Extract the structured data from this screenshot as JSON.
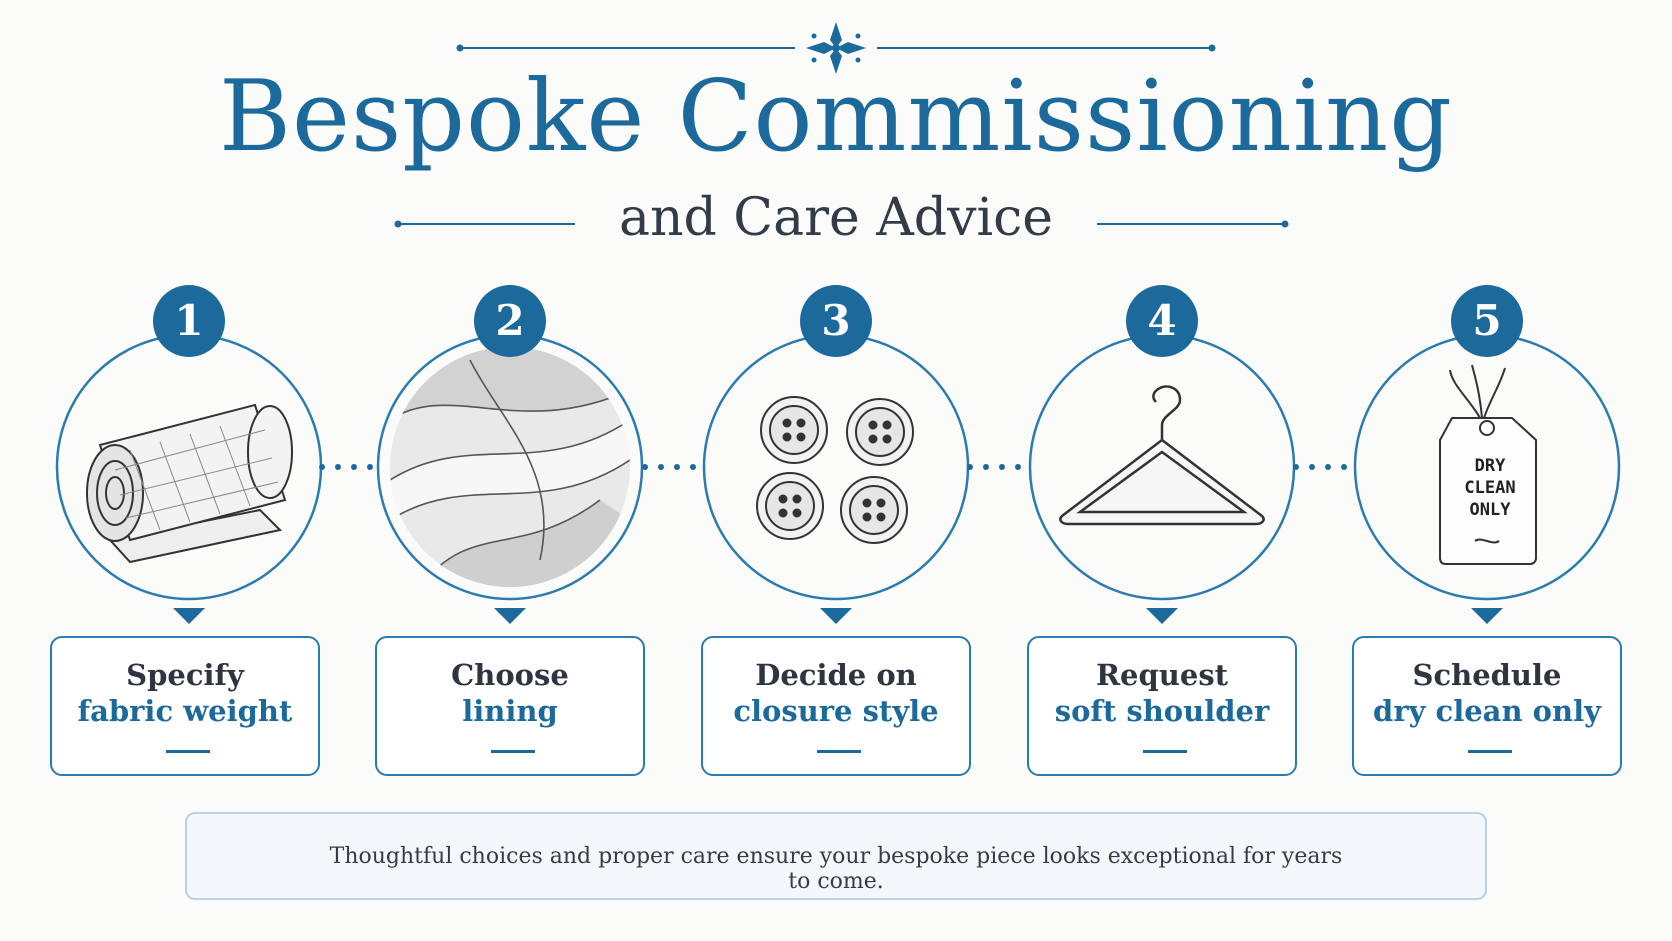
{
  "header": {
    "title": "Bespoke Commissioning",
    "subtitle": "and Care Advice"
  },
  "steps": [
    {
      "number": "1",
      "line1": "Specify",
      "line2": "fabric weight",
      "icon": "fabric-roll-icon"
    },
    {
      "number": "2",
      "line1": "Choose",
      "line2": "lining",
      "icon": "silk-lining-icon"
    },
    {
      "number": "3",
      "line1": "Decide on",
      "line2": "closure style",
      "icon": "buttons-icon"
    },
    {
      "number": "4",
      "line1": "Request",
      "line2": "soft shoulder",
      "icon": "hanger-icon"
    },
    {
      "number": "5",
      "line1": "Schedule",
      "line2": "dry clean only",
      "icon": "care-tag-icon"
    }
  ],
  "tag": {
    "lines": [
      "DRY",
      "CLEAN",
      "ONLY"
    ]
  },
  "footer": {
    "text": "Thoughtful choices and proper care ensure your bespoke piece looks exceptional for years to come.",
    "left_icon": "laurel-wreath-icon",
    "right_icon": "thread-spool-icon"
  },
  "colors": {
    "accent": "#1c6a9c",
    "text": "#2e3542",
    "border": "#2a7bb0"
  }
}
